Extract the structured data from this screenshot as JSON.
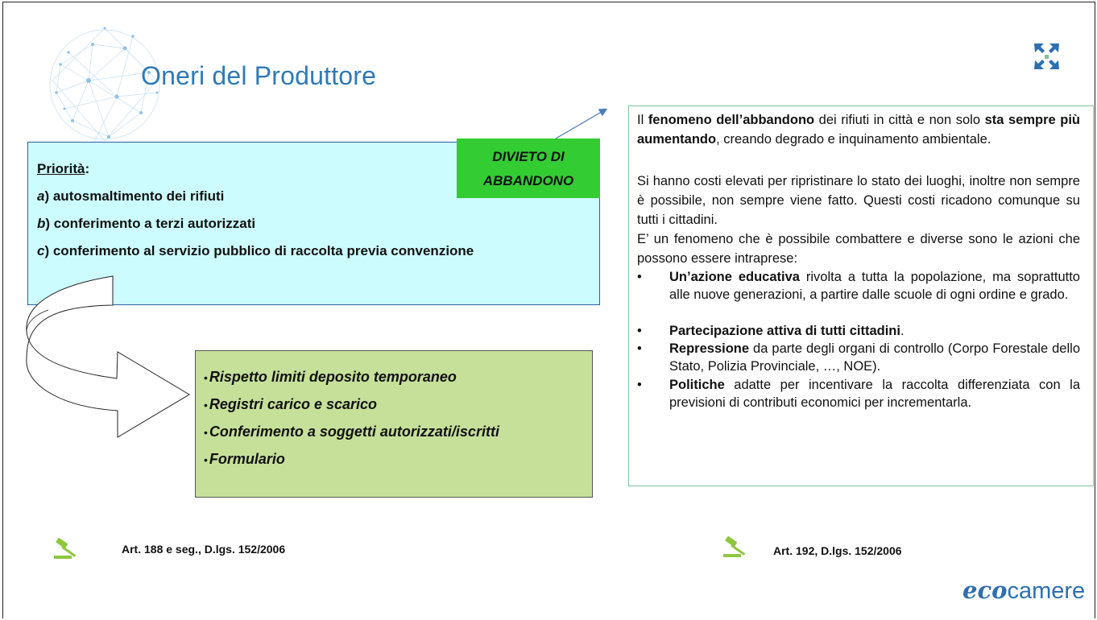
{
  "slide": {
    "title": "Oneri del Produttore",
    "brand_colors": {
      "title": "#2f7ab8",
      "priority_box": "#ccfcfd",
      "divieto": "#33cc33",
      "green_box": "#c6e09a",
      "info_border": "#7cc49a"
    }
  },
  "priority": {
    "heading": "Priorità",
    "colon": ":",
    "items": [
      {
        "letter": "a",
        "text": ") autosmaltimento dei rifiuti"
      },
      {
        "letter": "b",
        "text": ") conferimento a terzi autorizzati"
      },
      {
        "letter": "c",
        "text": ") conferimento al servizio pubblico di raccolta previa convenzione"
      }
    ]
  },
  "divieto": {
    "line1": "DIVIETO DI",
    "line2": "ABBANDONO"
  },
  "obligations": {
    "items": [
      "Rispetto limiti deposito temporaneo",
      "Registri carico e scarico",
      "Conferimento a soggetti autorizzati/iscritti",
      "Formulario"
    ]
  },
  "info": {
    "p1_pre": "Il ",
    "p1_bold1": "fenomeno dell’abbandono",
    "p1_mid": " dei rifiuti in città e non solo ",
    "p1_bold2": "sta sempre più aumentando",
    "p1_post": ", creando degrado e inquinamento ambientale.",
    "p2": "Si hanno costi elevati per ripristinare lo stato dei luoghi, inoltre non sempre è possibile, non sempre viene fatto. Questi costi ricadono comunque su tutti i cittadini.",
    "p3": "E’ un fenomeno che è possibile combattere e diverse sono le azioni che possono essere intraprese:",
    "bullets": [
      {
        "bold": "Un’azione educativa",
        "text": " rivolta a tutta la popolazione, ma soprattutto alle nuove generazioni, a partire dalle scuole di ogni ordine e grado."
      },
      {
        "bold": "Partecipazione attiva di tutti cittadini",
        "text": "."
      },
      {
        "bold": "Repressione",
        "text": " da parte degli organi di controllo (Corpo Forestale dello Stato, Polizia Provinciale, …, NOE)."
      },
      {
        "bold": "Politiche",
        "text": " adatte per incentivare la raccolta differenziata con la previsioni di contributi economici per incrementarla."
      }
    ]
  },
  "references": {
    "left": "Art. 188 e seg., D.lgs. 152/2006",
    "right": "Art. 192, D.lgs. 152/2006"
  },
  "logo": {
    "eco": "eco",
    "camere": "camere"
  }
}
